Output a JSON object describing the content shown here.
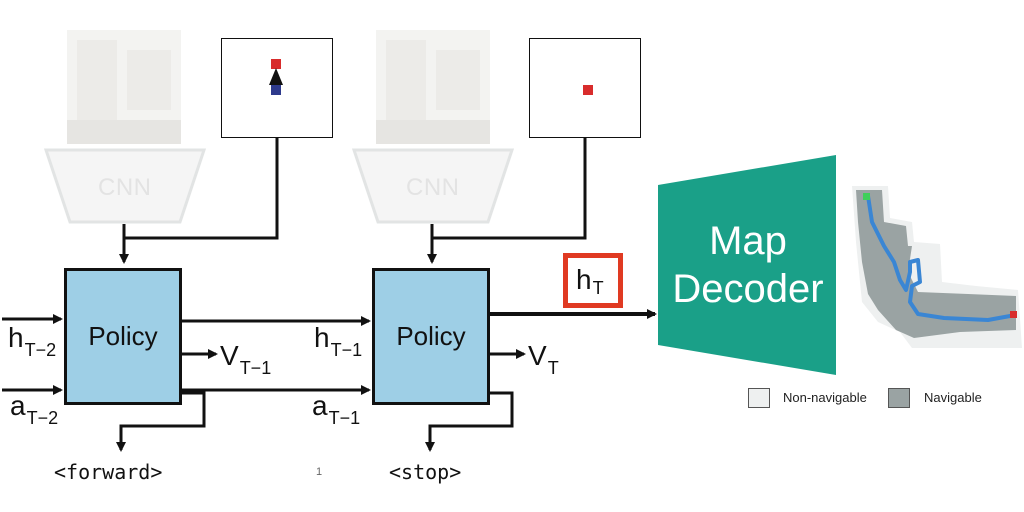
{
  "diagram": {
    "cnn_label": "CNN",
    "policy_label": "Policy",
    "inputs_left": {
      "h": "h",
      "h_sub": "T−2",
      "a": "a",
      "a_sub": "T−2"
    },
    "inputs_mid": {
      "h": "h",
      "h_sub": "T−1",
      "a": "a",
      "a_sub": "T−1"
    },
    "value_1": {
      "v": "V",
      "sub": "T−1"
    },
    "value_2": {
      "v": "V",
      "sub": "T"
    },
    "hidden_out": {
      "h": "h",
      "sub": "T"
    },
    "action_1": "<forward>",
    "action_2": "<stop>",
    "page_number": "1",
    "decoder_line1": "Map",
    "decoder_line2": "Decoder",
    "legend": {
      "non_navigable": "Non-navigable",
      "navigable": "Navigable"
    },
    "colors": {
      "policy_fill": "#9ecfe6",
      "decoder_fill": "#1aa088",
      "highlight_box": "#e03a22",
      "goal_marker": "#d82c2c",
      "agent_marker": "#2e3a8c",
      "path": "#3a86d4",
      "navigable": "#9aa3a3",
      "non_navigable": "#eef0f0"
    }
  }
}
